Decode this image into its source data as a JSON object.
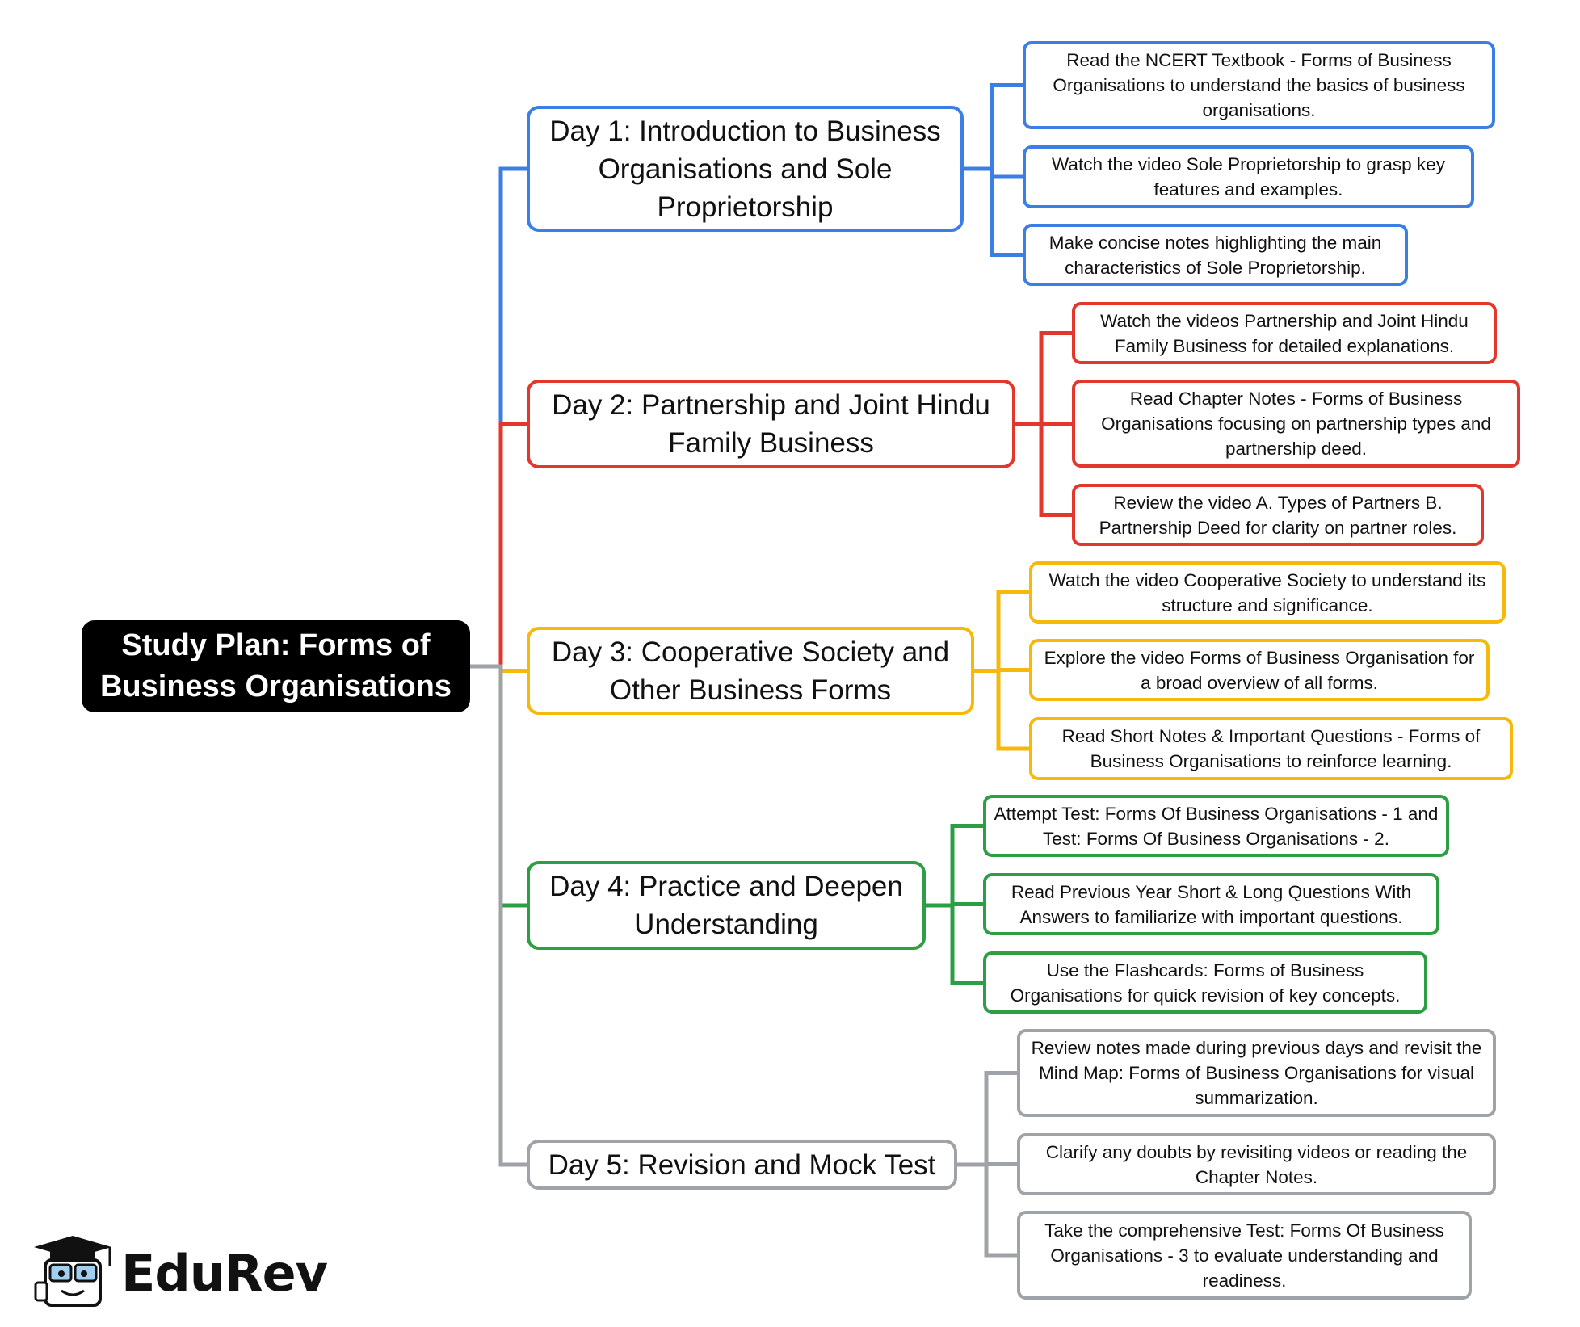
{
  "root": {
    "title": "Study Plan: Forms of Business Organisations"
  },
  "days": [
    {
      "title": "Day 1: Introduction to Business Organisations and Sole Proprietorship",
      "color": "#3b7fe4",
      "tasks": [
        "Read the NCERT Textbook - Forms of Business Organisations to understand the basics of business organisations.",
        "Watch the video Sole Proprietorship to grasp key features and examples.",
        "Make concise notes highlighting the main characteristics of Sole Proprietorship."
      ]
    },
    {
      "title": "Day 2: Partnership and Joint Hindu Family Business",
      "color": "#e2372c",
      "tasks": [
        "Watch the videos Partnership and Joint Hindu Family Business for detailed explanations.",
        "Read Chapter Notes - Forms of Business Organisations focusing on partnership types and partnership deed.",
        "Review the video A. Types of Partners B. Partnership Deed for clarity on partner roles."
      ]
    },
    {
      "title": "Day 3: Cooperative Society and Other Business Forms",
      "color": "#f7b80c",
      "tasks": [
        "Watch the video Cooperative Society to understand its structure and significance.",
        "Explore the video Forms of Business Organisation for a broad overview of all forms.",
        "Read Short Notes & Important Questions - Forms of Business Organisations to reinforce learning."
      ]
    },
    {
      "title": "Day 4: Practice and Deepen Understanding",
      "color": "#2e9e44",
      "tasks": [
        "Attempt Test: Forms Of Business Organisations - 1 and Test: Forms Of Business Organisations - 2.",
        "Read Previous Year Short & Long Questions With Answers to familiarize with important questions.",
        "Use the Flashcards: Forms of Business Organisations for quick revision of key concepts."
      ]
    },
    {
      "title": "Day 5: Revision and Mock Test",
      "color": "#9fa2a6",
      "tasks": [
        "Review notes made during previous days and revisit the Mind Map: Forms of Business Organisations for visual summarization.",
        "Clarify any doubts by revisiting videos or reading the Chapter Notes.",
        "Take the comprehensive Test: Forms Of Business Organisations - 3 to evaluate understanding and readiness."
      ]
    }
  ],
  "brand": {
    "name": "EduRev",
    "icon": "graduation-cap-mascot-icon"
  }
}
